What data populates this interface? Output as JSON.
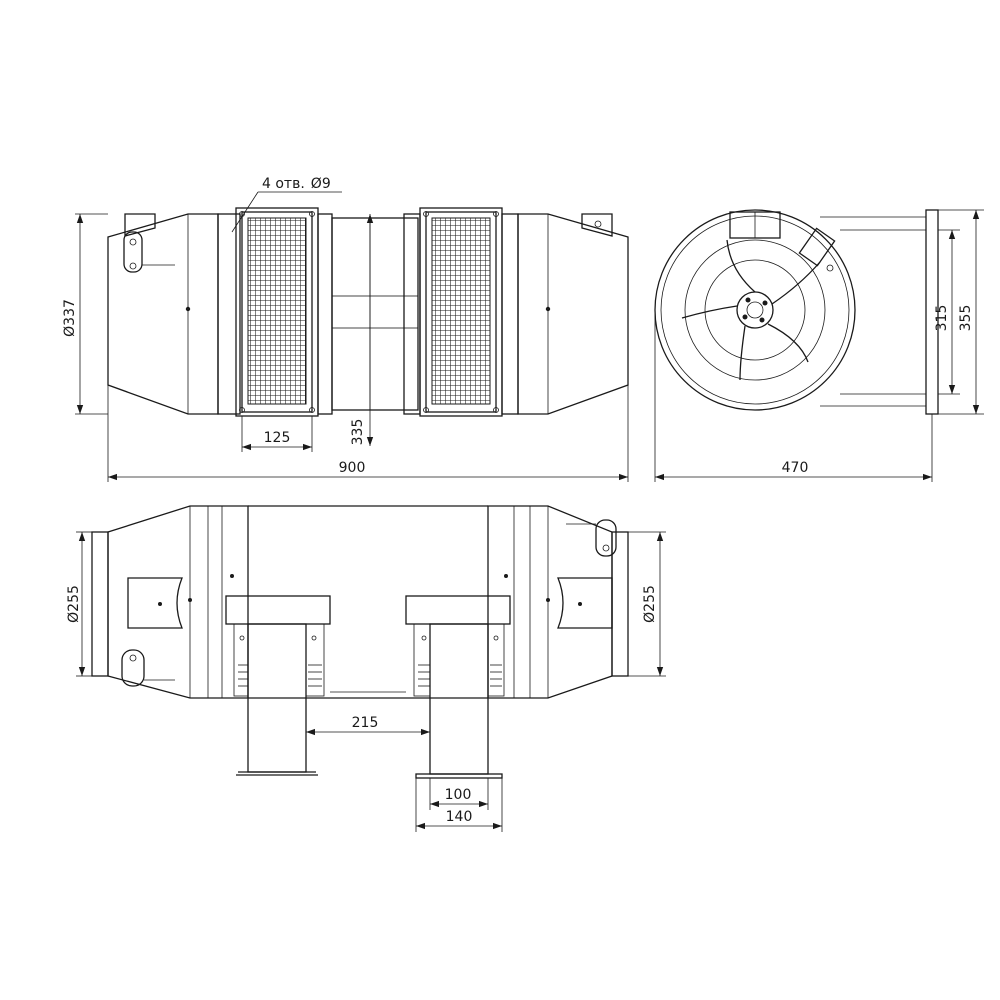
{
  "note": {
    "holes": "4 отв.",
    "hole_diameter": "9"
  },
  "dimensions": {
    "body_diameter": "337",
    "total_length": "900",
    "flange_width": "125",
    "flange_height": "335",
    "inner_square": "315",
    "outer_square": "355",
    "end_view_width": "470",
    "spigot_diameter_left": "255",
    "spigot_diameter_right": "255",
    "ports_spacing": "215",
    "port_inner": "100",
    "port_outer": "140"
  },
  "symbols": {
    "diameter": "Ø"
  }
}
